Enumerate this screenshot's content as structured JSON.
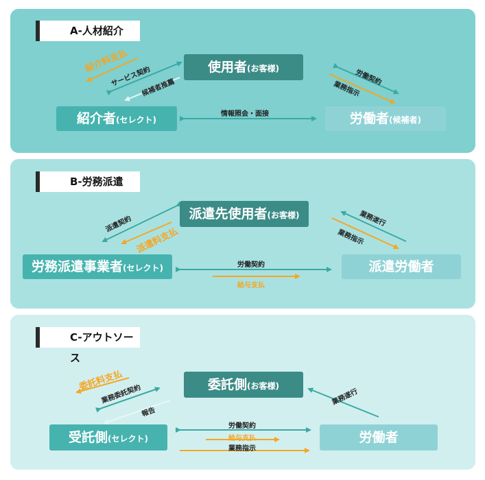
{
  "sections": {
    "a": {
      "tag": "A-人材紹介",
      "employer": {
        "main": "使用者",
        "sub": "(お客様)"
      },
      "introducer": {
        "main": "紹介者",
        "sub": "(セレクト)"
      },
      "worker": {
        "main": "労働者",
        "sub": "(候補者)"
      },
      "labels": {
        "fee": "紹介料支払",
        "service": "サービス契約",
        "recommend": "候補者推薦",
        "labor": "労働契約",
        "instruct": "業務指示",
        "info": "情報照会・面接"
      }
    },
    "b": {
      "tag": "B-労務派遣",
      "client": {
        "main": "派遣先使用者",
        "sub": "(お客様)"
      },
      "agency": {
        "main": "労務派遣事業者",
        "sub": "(セレクト)"
      },
      "worker": {
        "main": "派遣労働者"
      },
      "labels": {
        "dispatch": "派遣契約",
        "fee": "派遣料支払",
        "perform": "業務遂行",
        "instruct": "業務指示",
        "labor": "労働契約",
        "salary": "給与支払"
      }
    },
    "c": {
      "tag": "C-アウトソース",
      "client": {
        "main": "委託側",
        "sub": "(お客様)"
      },
      "contractor": {
        "main": "受託側",
        "sub": "(セレクト)"
      },
      "worker": {
        "main": "労働者"
      },
      "labels": {
        "fee": "委託料支払",
        "contract": "業務委託契約",
        "report": "報告",
        "perform": "業務遂行",
        "labor": "労働契約",
        "salary": "給与支払",
        "instruct": "業務指示"
      }
    }
  },
  "colors": {
    "teal": "#3aa9a4",
    "orange": "#f5a623",
    "white": "#ffffff"
  }
}
